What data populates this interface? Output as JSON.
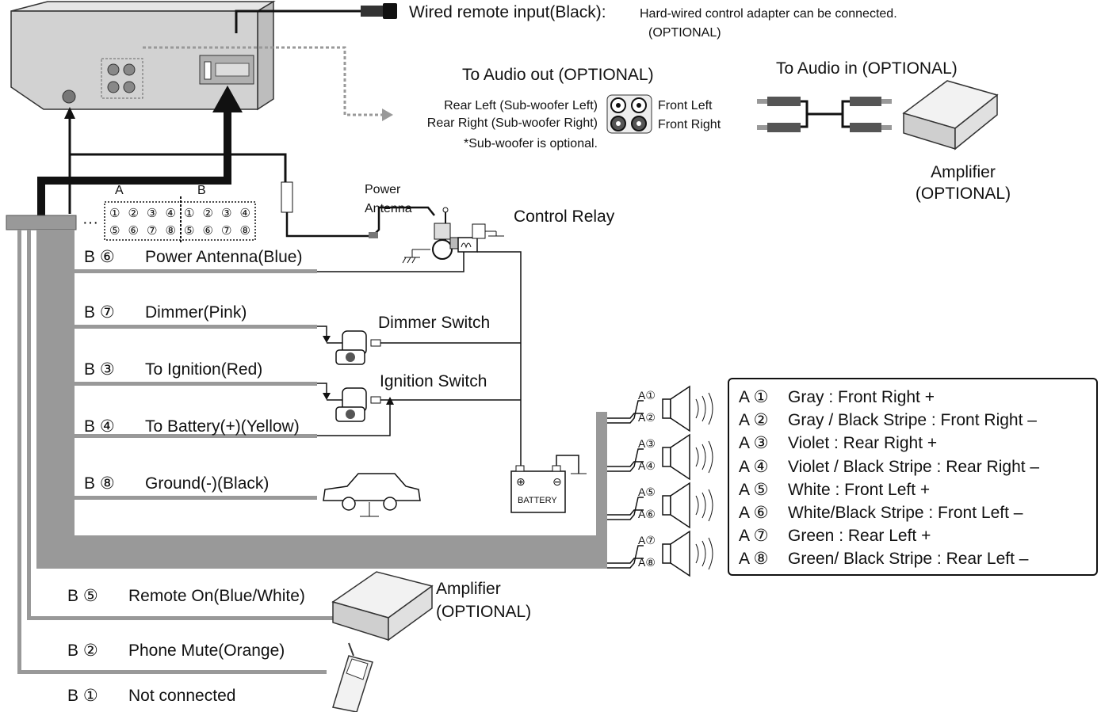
{
  "wired_remote": {
    "title": "Wired remote input(Black):",
    "desc": "Hard-wired control adapter can be connected.",
    "optional": "(OPTIONAL)"
  },
  "audio_out": {
    "title": "To Audio out (OPTIONAL)",
    "rear_left": "Rear Left (Sub-woofer Left)",
    "rear_right": "Rear Right (Sub-woofer Right)",
    "note": "*Sub-woofer is optional.",
    "front_left": "Front Left",
    "front_right": "Front Right"
  },
  "audio_in": {
    "title": "To Audio in (OPTIONAL)",
    "amp_line1": "Amplifier",
    "amp_line2": "(OPTIONAL)"
  },
  "connector": {
    "label_a": "A",
    "label_b": "B",
    "row1": [
      "①",
      "②",
      "③",
      "④",
      "①",
      "②",
      "③",
      "④"
    ],
    "row2": [
      "⑤",
      "⑥",
      "⑦",
      "⑧",
      "⑤",
      "⑥",
      "⑦",
      "⑧"
    ]
  },
  "power_antenna": {
    "line1": "Power",
    "line2": "Antenna"
  },
  "control_relay": "Control Relay",
  "dimmer_switch": "Dimmer Switch",
  "ignition_switch": "Ignition Switch",
  "battery_label": "BATTERY",
  "wires": [
    {
      "code": "B ⑥",
      "label": "Power Antenna(Blue)"
    },
    {
      "code": "B ⑦",
      "label": "Dimmer(Pink)"
    },
    {
      "code": "B ③",
      "label": "To Ignition(Red)"
    },
    {
      "code": "B ④",
      "label": "To Battery(+)(Yellow)"
    },
    {
      "code": "B ⑧",
      "label": "Ground(-)(Black)"
    },
    {
      "code": "B ⑤",
      "label": "Remote On(Blue/White)"
    },
    {
      "code": "B ②",
      "label": "Phone Mute(Orange)"
    },
    {
      "code": "B ①",
      "label": "Not connected"
    }
  ],
  "amp_bottom": {
    "line1": "Amplifier",
    "line2": "(OPTIONAL)"
  },
  "speaker_tags": [
    "A①",
    "A②",
    "A③",
    "A④",
    "A⑤",
    "A⑥",
    "A⑦",
    "A⑧"
  ],
  "speaker_legend": [
    {
      "code": "A ①",
      "desc": "Gray : Front Right +"
    },
    {
      "code": "A ②",
      "desc": "Gray / Black Stripe : Front Right –"
    },
    {
      "code": "A ③",
      "desc": "Violet : Rear Right +"
    },
    {
      "code": "A ④",
      "desc": "Violet / Black Stripe : Rear Right –"
    },
    {
      "code": "A ⑤",
      "desc": "White : Front Left +"
    },
    {
      "code": "A ⑥",
      "desc": "White/Black Stripe : Front Left –"
    },
    {
      "code": "A ⑦",
      "desc": "Green : Rear Left +"
    },
    {
      "code": "A ⑧",
      "desc": "Green/ Black Stripe : Rear Left –"
    }
  ]
}
